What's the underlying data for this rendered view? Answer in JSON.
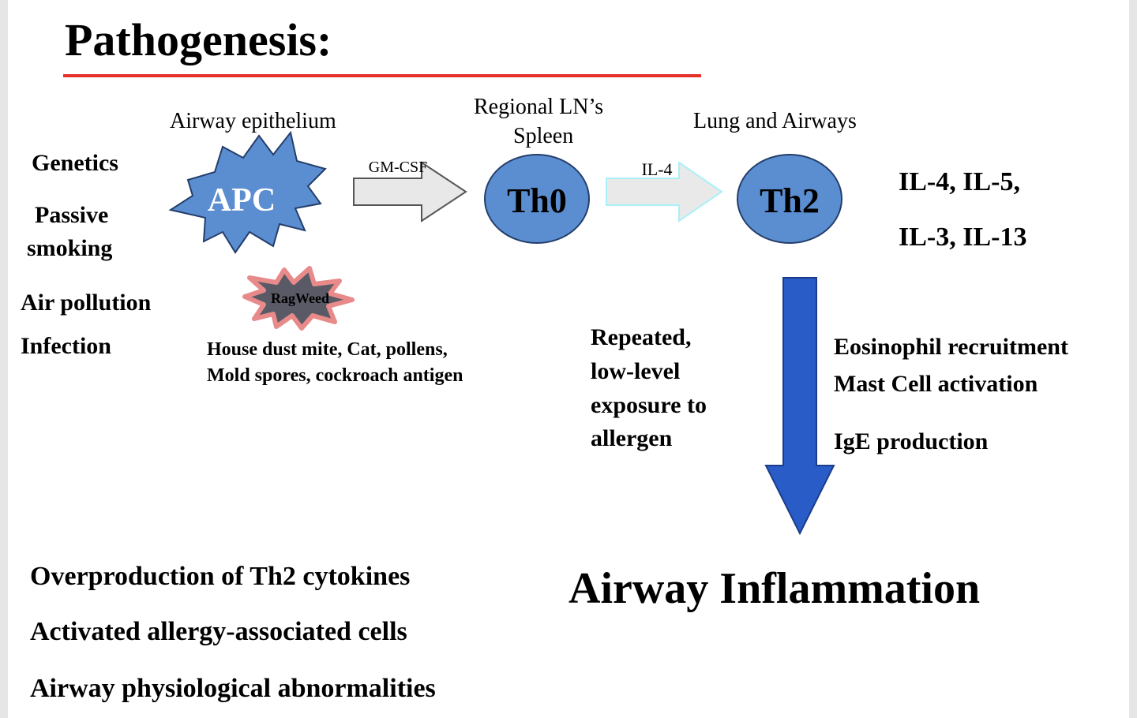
{
  "title": "Pathogenesis:",
  "colors": {
    "title_underline": "#e53128",
    "node_fill": "#5b8ed0",
    "node_stroke": "#243e6b",
    "gray_arrow_fill": "#e8e8e8",
    "il4_arrow_fill": "#e9e9e9",
    "il4_arrow_stroke": "#a9f0f8",
    "down_arrow": "#2a5cc8",
    "ragweed_star": "#e88a8a"
  },
  "locations": {
    "airway_epithelium": "Airway epithelium",
    "regional_ln": "Regional LN’s",
    "spleen": "Spleen",
    "lung_airways": "Lung and Airways"
  },
  "risk_factors": {
    "genetics": "Genetics",
    "passive_smoking_line1": "Passive",
    "passive_smoking_line2": "smoking",
    "air_pollution": "Air pollution",
    "infection": "Infection"
  },
  "nodes": {
    "apc": "APC",
    "th0": "Th0",
    "th2": "Th2",
    "ragweed": "RagWeed"
  },
  "arrows": {
    "gm_csf": "GM-CSF",
    "il4": "IL-4"
  },
  "allergens": {
    "line1": "House dust mite, Cat, pollens,",
    "line2": "Mold spores, cockroach antigen"
  },
  "cytokines": {
    "line1": "IL-4, IL-5,",
    "line2": "IL-3, IL-13"
  },
  "exposure": {
    "line1": "Repeated,",
    "line2": "low-level",
    "line3": "exposure to",
    "line4": "allergen"
  },
  "effects": {
    "line1": "Eosinophil recruitment",
    "line2": "Mast Cell activation",
    "line3": "IgE production"
  },
  "summary": {
    "line1": "Overproduction of Th2 cytokines",
    "line2": "Activated allergy-associated cells",
    "line3": "Airway physiological abnormalities"
  },
  "outcome": "Airway Inflammation"
}
